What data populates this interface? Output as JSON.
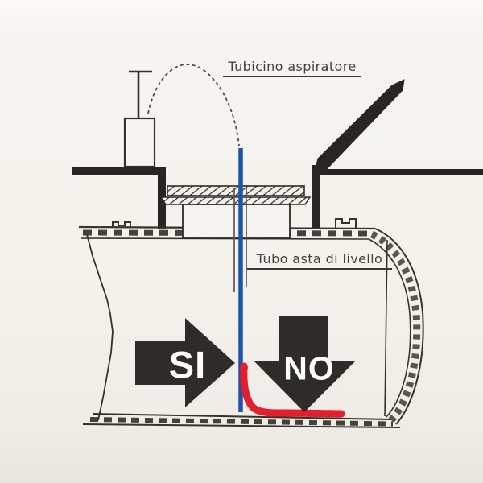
{
  "page": {
    "background_top": "#fbfaf8",
    "background_mid": "#f5f2ee",
    "background_bottom": "#eae7e0"
  },
  "labels": {
    "suction_tube": "Tubicino aspiratore",
    "level_rod_tube": "Tubo asta di livello"
  },
  "arrows": {
    "yes_label": "SI",
    "no_label": "NO"
  },
  "colors": {
    "ink": "#282522",
    "line": "#3a3733",
    "pencil": "#5b5650",
    "arrow_fill": "#2e2b28",
    "arrow_text": "#fcfcfb",
    "correct_tube_blue": "#1d52ad",
    "incorrect_tube_red": "#e41f2d",
    "label_text": "#45423d"
  }
}
